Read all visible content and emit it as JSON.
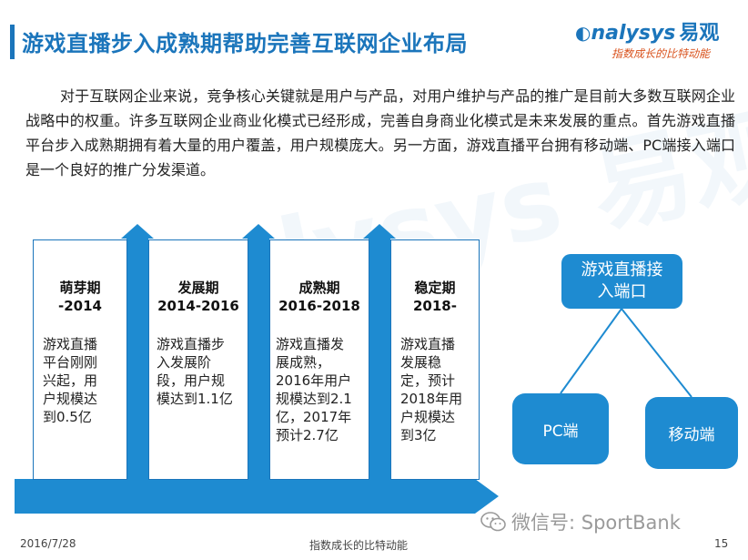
{
  "header": {
    "title": "游戏直播步入成熟期帮助完善互联网企业布局",
    "logo_latin": "nalysys",
    "logo_prefix": "⌀",
    "logo_cn": "易观",
    "logo_tagline": "指数成长的比特动能"
  },
  "paragraph": "对于互联网企业来说，竞争核心关键就是用户与产品，对用户维护与产品的推广是目前大多数互联网企业战略中的权重。许多互联网企业商业化模式已经形成，完善自身商业化模式是未来发展的重点。首先游戏直播平台步入成熟期拥有着大量的用户覆盖，用户规模庞大。另一方面，游戏直播平台拥有移动端、PC端接入端口是一个良好的推广分发渠道。",
  "timeline": {
    "stages": [
      {
        "title": "萌芽期\n-2014",
        "desc": "游戏直播\n平台刚刚\n兴起，用\n户规模达\n到0.5亿"
      },
      {
        "title": "发展期\n2014-2016",
        "desc": "游戏直播步\n入发展阶\n段，用户规\n模达到1.1亿"
      },
      {
        "title": "成熟期\n2016-2018",
        "desc": "游戏直播发\n展成熟，\n2016年用户\n规模达到2.1\n亿，2017年\n预计2.7亿"
      },
      {
        "title": "稳定期\n2018-",
        "desc": "游戏直播\n发展稳\n定，预计\n2018年用\n户规模达\n到3亿"
      }
    ]
  },
  "diagram": {
    "root": "游戏直播接\n入端口",
    "left": "PC端",
    "right": "移动端",
    "color": "#1e8bd1"
  },
  "footer": {
    "date": "2016/7/28",
    "center": "指数成长的比特动能",
    "page": "15",
    "wechat": "微信号: SportBank"
  },
  "colors": {
    "brand": "#1b75bb",
    "accent": "#d9531e"
  }
}
